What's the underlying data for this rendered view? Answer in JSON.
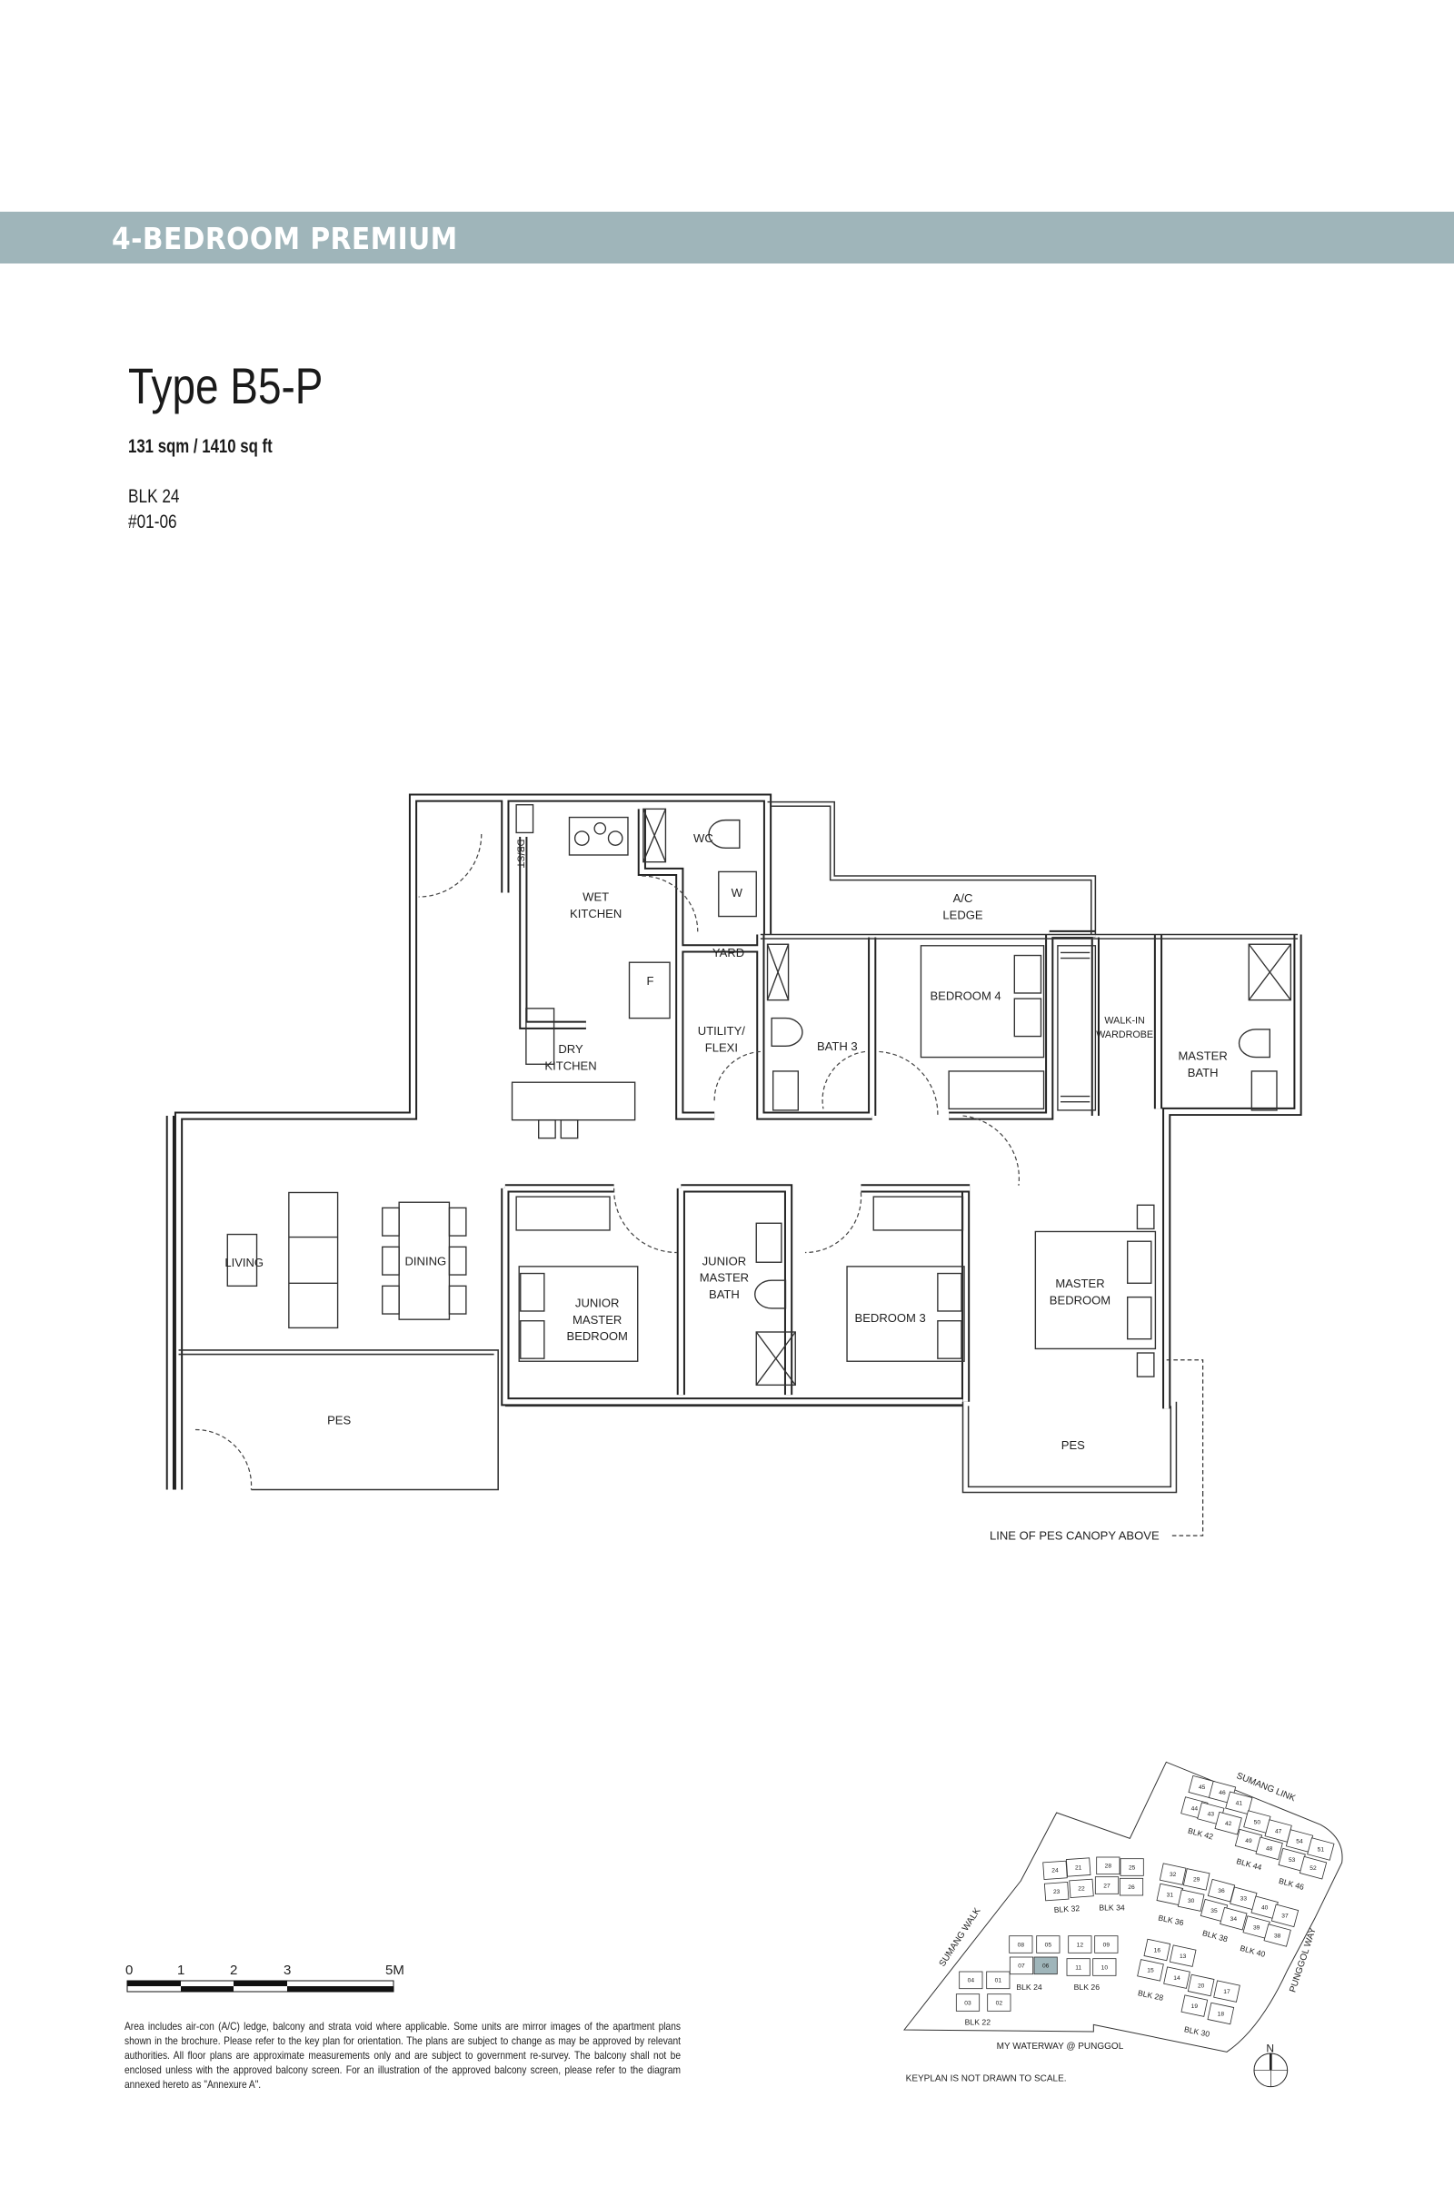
{
  "header": {
    "title": "4-BEDROOM PREMIUM",
    "band_color": "#9fb5ba"
  },
  "unit": {
    "type": "Type B5-P",
    "area": "131 sqm / 1410 sq ft",
    "block": "BLK 24",
    "unit_no": "#01-06"
  },
  "plan": {
    "rooms": {
      "wet_kitchen": [
        "WET",
        "KITCHEN"
      ],
      "yard": "YARD",
      "wc": "WC",
      "washer": "W",
      "fridge": "F",
      "dbst": "DB/ST",
      "ac_ledge": [
        "A/C",
        "LEDGE"
      ],
      "bedroom4": "BEDROOM  4",
      "bath3": "BATH 3",
      "utility": [
        "UTILITY/",
        "FLEXI"
      ],
      "dry_kitchen": [
        "DRY",
        "KITCHEN"
      ],
      "walkin": [
        "WALK-IN",
        "WARDROBE"
      ],
      "master_bath": [
        "MASTER",
        "BATH"
      ],
      "living": "LIVING",
      "dining": "DINING",
      "jmb": [
        "JUNIOR",
        "MASTER",
        "BEDROOM"
      ],
      "jm_bath": [
        "JUNIOR",
        "MASTER",
        "BATH"
      ],
      "bedroom3": "BEDROOM 3",
      "master_bedroom": [
        "MASTER",
        "BEDROOM"
      ],
      "pes_left": "PES",
      "pes_right": "PES"
    },
    "canopy_note": "LINE OF PES CANOPY ABOVE"
  },
  "scale_bar": {
    "labels": [
      "0",
      "1",
      "2",
      "3",
      "5M"
    ]
  },
  "disclaimer": "Area includes air-con (A/C) ledge, balcony and strata void where applicable. Some units are mirror images of the apartment plans shown in the brochure. Please refer to the key plan for orientation. The plans are subject to change as may be approved by relevant authorities. All floor plans are approximate measurements only and are subject to government re-survey. The balcony shall not be enclosed unless with the approved balcony screen. For an illustration of the approved balcony screen, please refer to the diagram annexed hereto as \"Annexure A\".",
  "keyplan": {
    "roads": {
      "north": "SUMANG LINK",
      "west": "SUMANG WALK",
      "east": "PUNGGOL WAY",
      "south": "MY WATERWAY @ PUNGGOL"
    },
    "note": "KEYPLAN IS NOT DRAWN TO SCALE.",
    "north_label": "N",
    "highlight_color": "#9fb5ba",
    "highlight_unit": "06",
    "blocks": [
      {
        "label": "BLK 22",
        "units": [
          "04",
          "01",
          "03",
          "02"
        ]
      },
      {
        "label": "BLK 24",
        "units": [
          "08",
          "05",
          "07",
          "06"
        ]
      },
      {
        "label": "BLK 26",
        "units": [
          "12",
          "09",
          "11",
          "10"
        ]
      },
      {
        "label": "BLK 32",
        "units": [
          "24",
          "21",
          "23",
          "22"
        ]
      },
      {
        "label": "BLK 34",
        "units": [
          "28",
          "25",
          "27",
          "26"
        ]
      },
      {
        "label": "BLK 36",
        "units": [
          "32",
          "29",
          "31",
          "30"
        ]
      },
      {
        "label": "BLK 38",
        "units": [
          "36",
          "33",
          "35",
          "34"
        ]
      },
      {
        "label": "BLK 40",
        "units": [
          "40",
          "37",
          "39",
          "38"
        ]
      },
      {
        "label": "BLK 28",
        "units": [
          "16",
          "13",
          "15",
          "14"
        ]
      },
      {
        "label": "BLK 30",
        "units": [
          "20",
          "17",
          "19",
          "18"
        ]
      },
      {
        "label": "BLK 42",
        "units": [
          "45",
          "46",
          "44",
          "43",
          "41",
          "42"
        ]
      },
      {
        "label": "BLK 44",
        "units": [
          "50",
          "47",
          "49",
          "48"
        ]
      },
      {
        "label": "BLK 46",
        "units": [
          "54",
          "51",
          "53",
          "52"
        ]
      }
    ]
  }
}
